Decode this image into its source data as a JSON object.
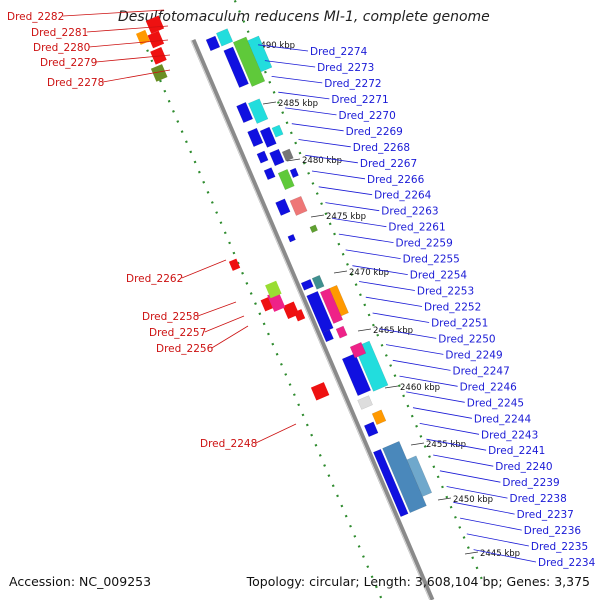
{
  "title": "Desulfotomaculum reducens MI-1, complete genome",
  "footer": {
    "accession": "Accession: NC_009253",
    "topology": "Topology: circular; Length: 3,608,104 bp; Genes: 3,375"
  },
  "colors": {
    "backbone": "#8a8a8a",
    "dots": "#2e8b2e",
    "label_left": "#cc1111",
    "label_right": "#1a1ad6",
    "strand_plus": "#1010e0",
    "strand_minus": "#ee1111"
  },
  "ticks": [
    "2490 kbp",
    "2485 kbp",
    "2480 kbp",
    "2475 kbp",
    "2470 kbp",
    "2465 kbp",
    "2460 kbp",
    "2455 kbp",
    "2450 kbp",
    "2445 kbp"
  ],
  "left_genes": [
    "Dred_2282",
    "Dred_2281",
    "Dred_2280",
    "Dred_2279",
    "Dred_2278",
    "Dred_2262",
    "Dred_2258",
    "Dred_2257",
    "Dred_2256",
    "Dred_2248"
  ],
  "right_genes": [
    "Dred_2274",
    "Dred_2273",
    "Dred_2272",
    "Dred_2271",
    "Dred_2270",
    "Dred_2269",
    "Dred_2268",
    "Dred_2267",
    "Dred_2266",
    "Dred_2264",
    "Dred_2263",
    "Dred_2261",
    "Dred_2259",
    "Dred_2255",
    "Dred_2254",
    "Dred_2253",
    "Dred_2252",
    "Dred_2251",
    "Dred_2250",
    "Dred_2249",
    "Dred_2247",
    "Dred_2246",
    "Dred_2245",
    "Dred_2244",
    "Dred_2243",
    "Dred_2241",
    "Dred_2240",
    "Dred_2239",
    "Dred_2238",
    "Dred_2237",
    "Dred_2236",
    "Dred_2235",
    "Dred_2234"
  ]
}
